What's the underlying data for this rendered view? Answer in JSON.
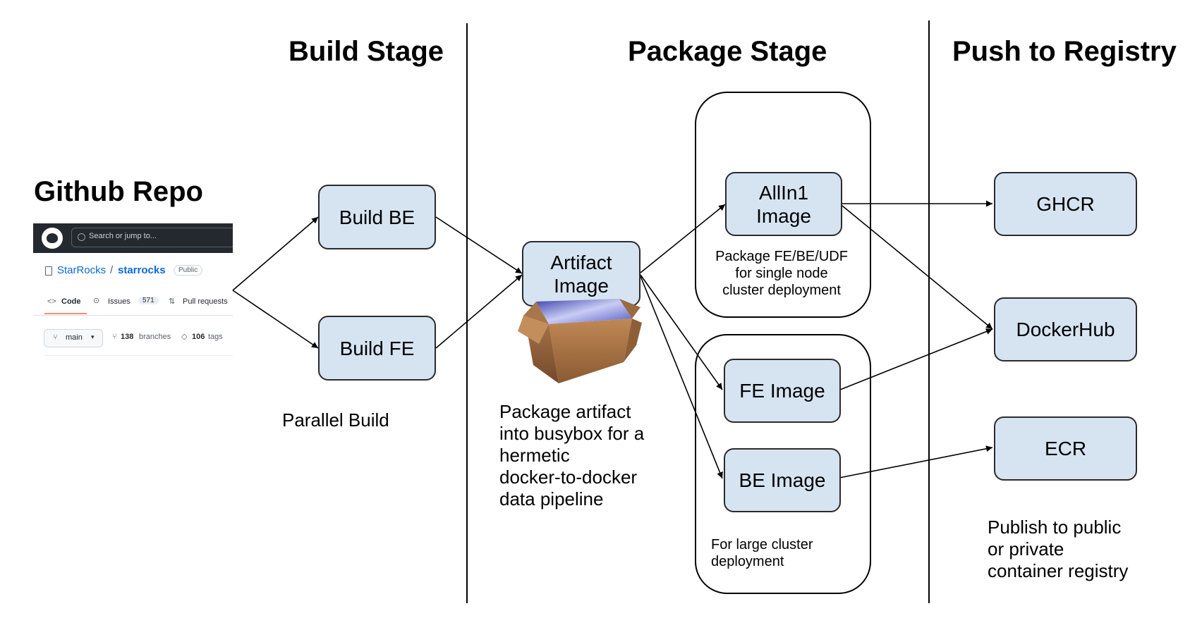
{
  "stages": {
    "build": "Build Stage",
    "package": "Package Stage",
    "push": "Push to Registry"
  },
  "repo": {
    "title": "Github Repo",
    "github": {
      "search_placeholder": "Search or jump to...",
      "owner": "StarRocks",
      "separator": "/",
      "name": "starrocks",
      "visibility": "Public",
      "tabs": {
        "code": "Code",
        "issues": "Issues",
        "issues_count": "571",
        "pull_requests": "Pull requests"
      },
      "branch": "main",
      "branches_count": "138",
      "branches_label": "branches",
      "tags_count": "106",
      "tags_label": "tags"
    }
  },
  "build": {
    "be": "Build BE",
    "fe": "Build FE",
    "caption": "Parallel Build"
  },
  "artifact": {
    "line1": "Artifact",
    "line2": "Image",
    "caption_lines": [
      "Package artifact",
      "into busybox for a",
      "hermetic",
      "docker-to-docker",
      "data pipeline"
    ]
  },
  "package": {
    "allin1_line1": "AllIn1",
    "allin1_line2": "Image",
    "single_node_lines": [
      "Package FE/BE/UDF",
      "for single node",
      "cluster deployment"
    ],
    "fe_image": "FE Image",
    "be_image": "BE Image",
    "large_cluster_lines": [
      "For large cluster",
      "deployment"
    ]
  },
  "registries": {
    "ghcr": "GHCR",
    "dockerhub": "DockerHub",
    "ecr": "ECR",
    "caption_lines": [
      "Publish to public",
      "or private",
      "container registry"
    ]
  },
  "colors": {
    "node_fill": "#d6e4f2",
    "github_header": "#24292f",
    "github_link": "#0969da"
  }
}
